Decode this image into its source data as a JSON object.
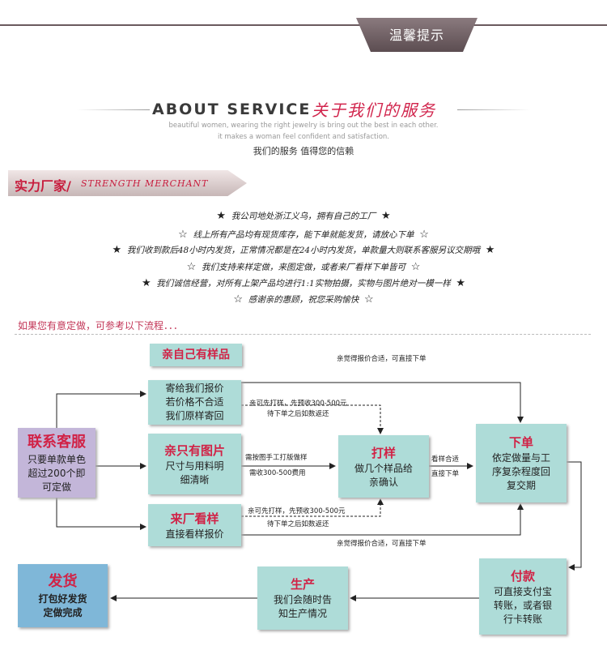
{
  "header": {
    "ribbon": "温馨提示"
  },
  "about": {
    "title_en": "ABOUT SERVICE",
    "title_cn": "关于我们的服务",
    "sub1": "beautiful women, wearing the right jewelry is bring out the best in each other.",
    "sub2": "it makes a woman feel confident and satisfaction.",
    "sub3": "我们的服务 值得您的信赖"
  },
  "banner": {
    "cn": "实力厂家/",
    "en": "STRENGTH MERCHANT"
  },
  "lines": [
    "我公司地处浙江义乌，拥有自己的工厂",
    "线上所有产品均有现货库存，能下单就能发货，请放心下单",
    "我们收到款后48小时内发货，正常情况都是在24小时内发货，单款量大则联系客服另议交期哦",
    "我们支持来样定做，来图定做，或者来厂看样下单皆可",
    "我们诚信经营，对所有上架产品均进行1:1实物拍摄，实物与图片绝对一模一样",
    "感谢亲的惠顾，祝您采购愉快"
  ],
  "process_title": "如果您有意定做，可参考以下流程．．．",
  "flow": {
    "own_sample": "亲自己有样品",
    "send_sample": [
      "寄给我们报价",
      "若价格不合适",
      "我们原样寄回"
    ],
    "contact_title": "联系客服",
    "contact_lines": [
      "只要单款单色",
      "超过200个即",
      "可定做"
    ],
    "picture_title": "亲只有图片",
    "picture_lines": [
      "尺寸与用料明",
      "细清晰"
    ],
    "visit_title": "来厂看样",
    "visit_line": "直接看样报价",
    "proof_title": "打样",
    "proof_lines": [
      "做几个样品给",
      "亲确认"
    ],
    "order_title": "下单",
    "order_lines": [
      "依定做量与工",
      "序复杂程度回",
      "复交期"
    ],
    "pay_title": "付款",
    "pay_lines": [
      "可直接支付宝",
      "转账，或者银",
      "行卡转账"
    ],
    "produce_title": "生产",
    "produce_lines": [
      "我们会随时告",
      "知生产情况"
    ],
    "ship_title": "发货",
    "ship_lines": [
      "打包好发货",
      "定做完成"
    ],
    "lbl_top": "亲觉得报价合适，可直接下单",
    "lbl_a1": "亲可先打样，先预收300-500元",
    "lbl_a2": "待下单之后如数返还",
    "lbl_b1": "需按图手工打版做样",
    "lbl_b2": "需收300-500费用",
    "lbl_c1": "亲可先打样，先预收300-500元",
    "lbl_c2": "待下单之后如数返还",
    "lbl_bottom": "亲觉得报价合适，可直接下单",
    "lbl_ok1": "看样合适",
    "lbl_ok2": "直接下单"
  }
}
